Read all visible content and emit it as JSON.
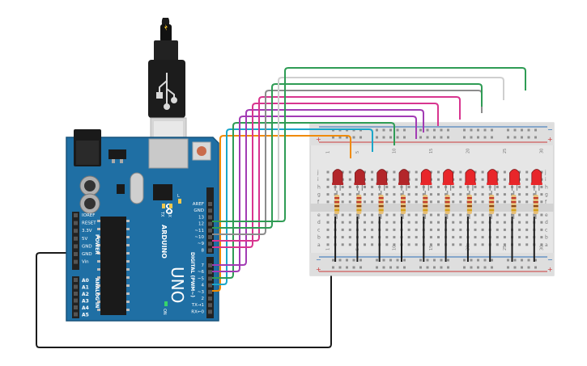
{
  "board": {
    "brand": "ARDUINO",
    "model": "UNO",
    "logo": "∞",
    "power_header_labels": [
      "IOREF",
      "RESET",
      "3.3V",
      "5V",
      "GND",
      "GND",
      "Vin"
    ],
    "power_section_label": "POWER",
    "analog_labels": [
      "A0",
      "A1",
      "A2",
      "A3",
      "A4",
      "A5"
    ],
    "analog_section_label": "ANALOG IN",
    "digital_top_labels": [
      "AREF",
      "GND",
      "13",
      "12",
      "~11",
      "~10",
      "~9",
      "8"
    ],
    "digital_bottom_labels": [
      "7",
      "~6",
      "~5",
      "4",
      "~3",
      "2",
      "TX→1",
      "RX←0"
    ],
    "digital_section_label": "DIGITAL (PWM~)",
    "on_label": "ON",
    "tx_label": "TX",
    "rx_label": "RX",
    "l_label": "L"
  },
  "breadboard": {
    "row_letters_top": [
      "j",
      "i",
      "h",
      "g",
      "f"
    ],
    "row_letters_bottom": [
      "e",
      "d",
      "c",
      "b",
      "a"
    ],
    "column_numbers": [
      "1",
      "",
      "",
      "",
      "5",
      "",
      "",
      "",
      "",
      "10",
      "",
      "",
      "",
      "",
      "15",
      "",
      "",
      "",
      "",
      "20",
      "",
      "",
      "",
      "",
      "25",
      "",
      "",
      "",
      "",
      "30"
    ],
    "rail_plus": "+",
    "rail_minus": "−"
  },
  "circuit": {
    "led_count": 10,
    "led_color_dim": "#b3262a",
    "led_color_bright": "#e8262a",
    "wire_colors": [
      "#f08a00",
      "#1aa6c9",
      "#2f9c55",
      "#a23bb4",
      "#a23bb4",
      "#d8358f",
      "#d8358f",
      "#8c8c8c",
      "#2f9c55",
      "#cfcfcf",
      "#2f9c55"
    ]
  }
}
